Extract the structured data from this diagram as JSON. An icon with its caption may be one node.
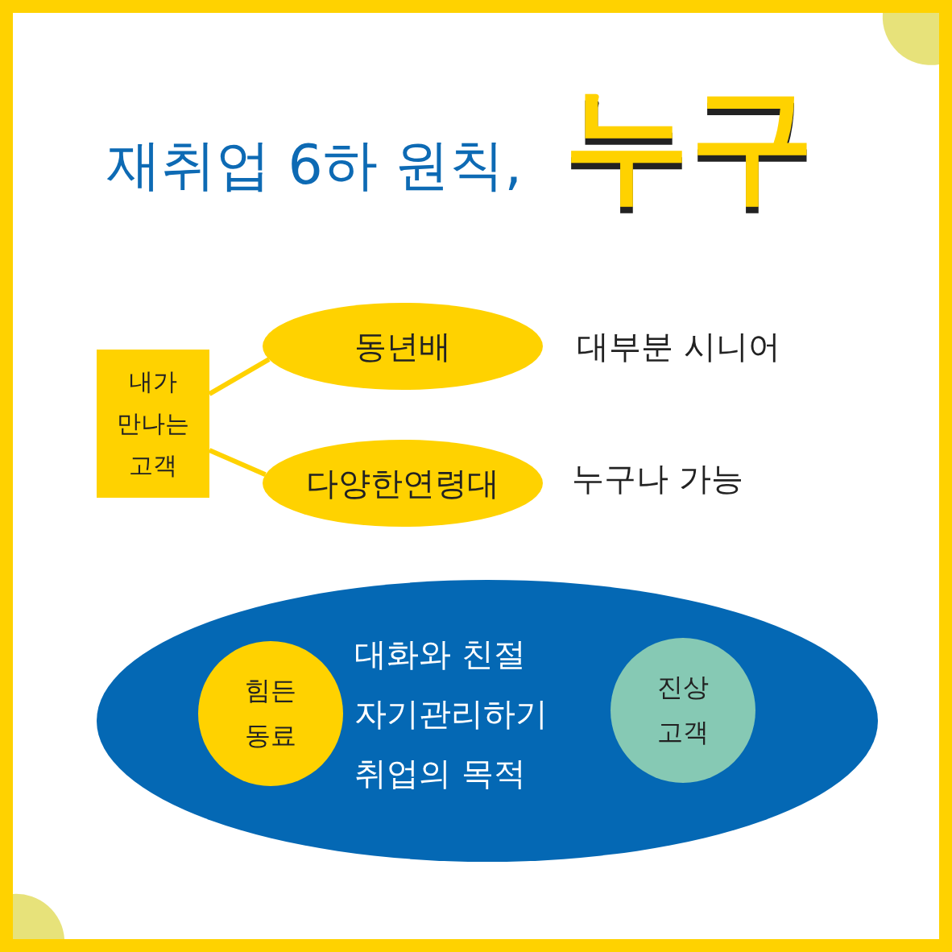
{
  "diagram": {
    "title": "재취업 6하 원칙,",
    "nodes": [
      {
        "text": [
          "내가 만나는 고객"
        ]
      },
      {
        "text": [
          "동년배"
        ],
        "beside": [
          "대부분 시니어"
        ]
      },
      {
        "text": [
          "다양한연령대"
        ],
        "beside": [
          "누구나 가능"
        ]
      },
      {
        "text": [
          "대화와 친절",
          "자기관리하기",
          "취업의 목적"
        ]
      },
      {
        "text": [
          "힘든 동료"
        ],
        "in": 3
      },
      {
        "text": [
          "진상 고객"
        ],
        "in": 3
      }
    ],
    "edges": [
      {
        "from": 0,
        "to": 1,
        "arrow": "none"
      },
      {
        "from": 0,
        "to": 2,
        "arrow": "none"
      }
    ],
    "labels": [
      "누구"
    ]
  }
}
